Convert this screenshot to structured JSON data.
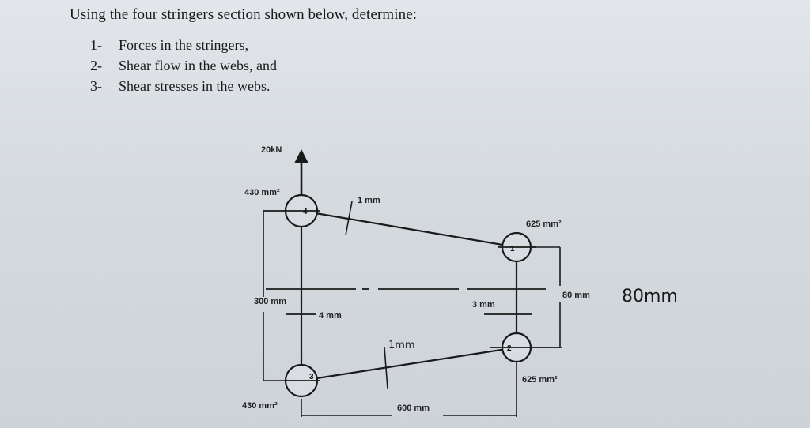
{
  "problem": {
    "title": "Using the four stringers section shown below, determine:",
    "items": [
      {
        "num": "1-",
        "text": "Forces in the stringers,"
      },
      {
        "num": "2-",
        "text": "Shear flow in the webs, and"
      },
      {
        "num": "3-",
        "text": "Shear stresses in the webs."
      }
    ]
  },
  "figure": {
    "load_label": "20kN",
    "area_top_left": "430 mm²",
    "area_top_right": "625 mm²",
    "area_bottom_left": "430 mm²",
    "area_bottom_right": "625 mm²",
    "top_web_thickness": "1 mm",
    "left_web_thickness": "4 mm",
    "right_web_thickness": "3 mm",
    "bottom_web_thickness": "1mm",
    "left_height": "300 mm",
    "right_height": "80 mm",
    "right_height_handwritten": "80mm",
    "width": "600 mm",
    "stringer_1": "1",
    "stringer_2": "2",
    "stringer_3": "3",
    "stringer_4": "4"
  }
}
